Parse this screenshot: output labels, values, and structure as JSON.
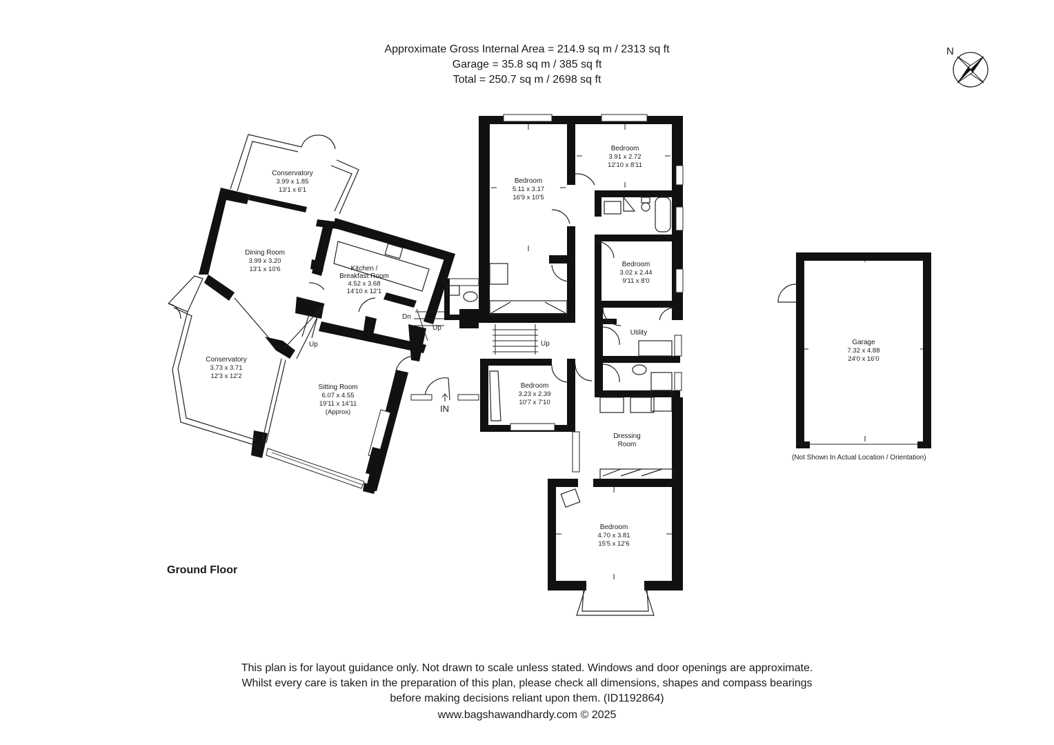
{
  "header": {
    "line1": "Approximate Gross Internal Area = 214.9 sq m / 2313 sq ft",
    "line2": "Garage = 35.8 sq m / 385 sq ft",
    "line3": "Total = 250.7 sq m / 2698 sq ft"
  },
  "compass": {
    "label": "N"
  },
  "rooms": {
    "conservatory_top": {
      "name": "Conservatory",
      "metric": "3.99 x 1.85",
      "imperial": "13'1 x 6'1"
    },
    "dining": {
      "name": "Dining Room",
      "metric": "3.99 x 3.20",
      "imperial": "13'1 x 10'6"
    },
    "kitchen": {
      "name1": "Kitchen /",
      "name2": "Breakfast Room",
      "metric": "4.52 x 3.68",
      "imperial": "14'10 x 12'1"
    },
    "conservatory_left": {
      "name": "Conservatory",
      "metric": "3.73 x 3.71",
      "imperial": "12'3 x 12'2"
    },
    "sitting": {
      "name": "Sitting Room",
      "metric": "6.07 x 4.55",
      "imperial": "19'11 x 14'11",
      "note": "(Approx)"
    },
    "bedroom_main": {
      "name": "Bedroom",
      "metric": "5.11 x 3.17",
      "imperial": "16'9 x 10'5"
    },
    "bedroom_ne": {
      "name": "Bedroom",
      "metric": "3.91 x 2.72",
      "imperial": "12'10 x 8'11"
    },
    "bedroom_mid": {
      "name": "Bedroom",
      "metric": "3.02 x 2.44",
      "imperial": "9'11 x 8'0"
    },
    "bedroom_small": {
      "name": "Bedroom",
      "metric": "3.23 x 2.39",
      "imperial": "10'7 x 7'10"
    },
    "utility": {
      "name": "Utility"
    },
    "dressing": {
      "name1": "Dressing",
      "name2": "Room"
    },
    "bedroom_south": {
      "name": "Bedroom",
      "metric": "4.70 x 3.81",
      "imperial": "15'5 x 12'6"
    },
    "garage": {
      "name": "Garage",
      "metric": "7.32 x 4.88",
      "imperial": "24'0 x 16'0"
    }
  },
  "labels": {
    "up": "Up",
    "dn": "Dn",
    "entrance": "IN",
    "garage_note": "(Not Shown In Actual Location / Orientation)",
    "floor": "Ground Floor"
  },
  "disclaimer": {
    "line1": "This plan is for layout guidance only. Not drawn to scale unless stated. Windows and door openings are approximate.",
    "line2": "Whilst every care is taken in the preparation of this plan, please check all dimensions, shapes and compass bearings",
    "line3": "before making decisions reliant upon them. (ID1192864)",
    "line4": "www.bagshawandhardy.com © 2025"
  }
}
